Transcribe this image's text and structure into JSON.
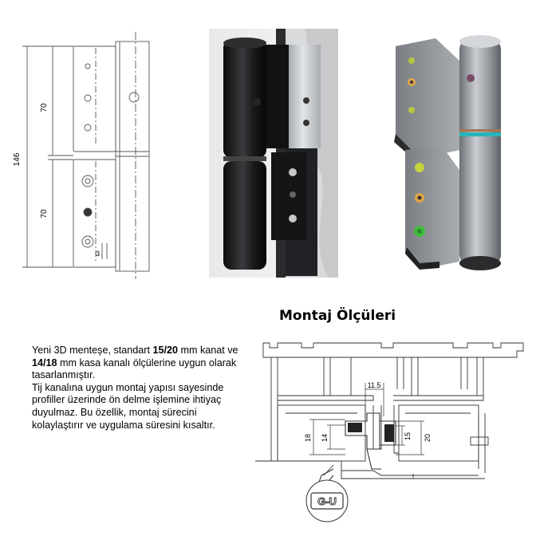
{
  "technical_drawing": {
    "dim_upper": "70",
    "dim_lower": "70",
    "dim_total": "146",
    "dim_small": "3"
  },
  "montage": {
    "title": "Montaj Ölçüleri",
    "dims": {
      "top": "11.5",
      "left_outer": "18",
      "left_inner": "14",
      "right_inner": "15",
      "right_outer": "20"
    },
    "logo": "G-U"
  },
  "description": {
    "p1_a": "Yeni 3D menteşe, standart ",
    "p1_b": "15/20",
    "p1_c": " mm kanat ve ",
    "p1_d": "14/18",
    "p1_e": " mm kasa kanalı ölçülerine uygun olarak tasarlanmıştır.",
    "p2": "Tij kanalına uygun montaj yapısı sayesinde profiller üzerinde ön delme işlemine ihtiyaç duyulmaz. Bu özellik, montaj sürecini kolaylaştırır ve uygulama süresini kısaltır."
  },
  "colors": {
    "hinge_black": "#1c1c1e",
    "hinge_grey": "#8d9196",
    "accent_teal": "#2ab3b8",
    "accent_green": "#3fbf3f",
    "line": "#555555"
  }
}
